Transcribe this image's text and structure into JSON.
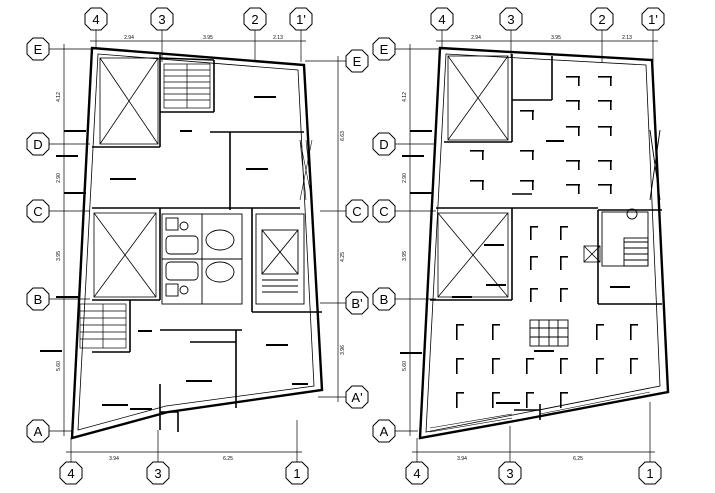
{
  "plans": [
    {
      "id": "left",
      "top_axes": [
        "4",
        "3",
        "2",
        "1'"
      ],
      "top_dims": [
        "2.94",
        "3.95",
        "2.13"
      ],
      "bottom_axes": [
        "4",
        "3",
        "1"
      ],
      "bottom_dims": [
        "3.94",
        "6.25"
      ],
      "left_axes": [
        "E",
        "D",
        "C",
        "B",
        "A"
      ],
      "left_dims": [
        "4.12",
        "2.90",
        "3.95",
        "5.60"
      ],
      "right_axes": [
        "E",
        "C",
        "B'",
        "A'"
      ],
      "right_dims": [
        "6.63",
        "4.25",
        "3.96"
      ]
    },
    {
      "id": "right",
      "top_axes": [
        "4",
        "3",
        "2",
        "1'"
      ],
      "top_dims": [
        "2.94",
        "3.95",
        "2.13"
      ],
      "bottom_axes": [
        "4",
        "3",
        "1"
      ],
      "bottom_dims": [
        "3.94",
        "6.25"
      ],
      "left_axes": [
        "E",
        "D",
        "C",
        "B",
        "A"
      ],
      "left_dims": [
        "4.12",
        "2.90",
        "3.95",
        "5.60"
      ]
    }
  ]
}
